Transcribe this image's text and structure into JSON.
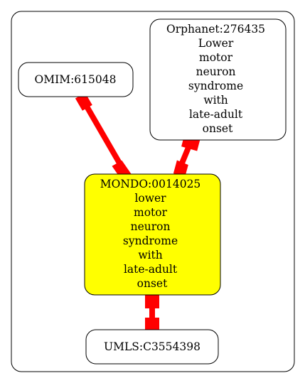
{
  "nodes": {
    "orphanet": {
      "lines": [
        "Orphanet:276435",
        "Lower",
        "motor",
        "neuron",
        "syndrome",
        "with",
        "late-adult",
        "onset"
      ],
      "fill": "#ffffff"
    },
    "omim": {
      "lines": [
        "OMIM:615048"
      ],
      "fill": "#ffffff"
    },
    "mondo": {
      "lines": [
        "MONDO:0014025",
        "lower",
        "motor",
        "neuron",
        "syndrome",
        "with",
        "late-adult",
        "onset"
      ],
      "fill": "#ffff00"
    },
    "umls": {
      "lines": [
        "UMLS:C3554398"
      ],
      "fill": "#ffffff"
    }
  },
  "edges": [
    {
      "from": "omim",
      "to": "mondo"
    },
    {
      "from": "orphanet",
      "to": "mondo"
    },
    {
      "from": "mondo",
      "to": "umls"
    }
  ],
  "colors": {
    "edge": "#ff0000",
    "stroke": "#000000",
    "highlight": "#ffff00"
  }
}
